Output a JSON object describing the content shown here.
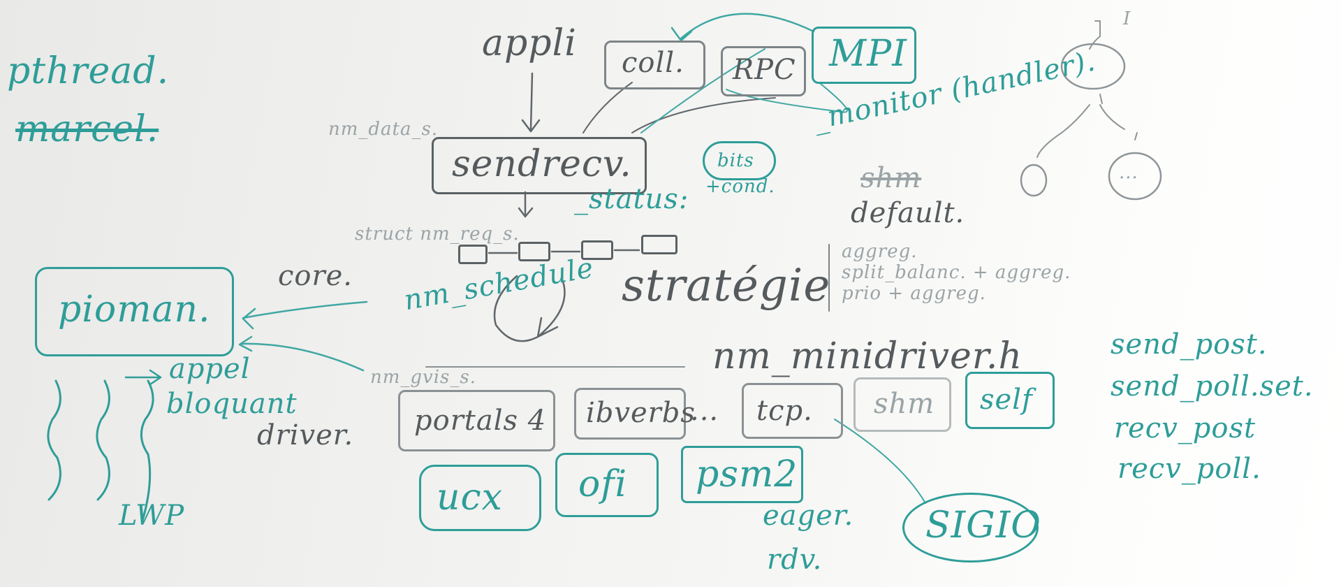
{
  "whiteboard": {
    "top_left": {
      "pthread": "pthread.",
      "marcel": "marcel."
    },
    "stack": {
      "appli": "appli",
      "coll": "coll.",
      "rpc": "RPC",
      "mpi": "MPI",
      "nm_data": "nm_data_s.",
      "sendrecv": "sendrecv.",
      "status": "_status:",
      "bits": "bits",
      "cond": "+cond.",
      "struct_req": "struct nm_req_s.",
      "monitor": "_monitor (handler).",
      "shm": "shm",
      "default": "default.",
      "core": "core.",
      "nm_schedule": "nm_schedule",
      "strategie": "stratégie",
      "aggreg": "aggreg.",
      "split_balance": "split_balanc. + aggreg.",
      "prio_aggreg": "prio + aggreg.",
      "pioman": "pioman.",
      "nm_minidriver": "nm_minidriver.h",
      "nm_gvis": "nm_gvis_s."
    },
    "drivers": {
      "row1": [
        "portals 4",
        "ibverbs",
        "...",
        "tcp.",
        "shm",
        "self"
      ],
      "row2": [
        "ucx",
        "ofi",
        "psm2"
      ],
      "driver_label": "driver.",
      "eager": "eager.",
      "rdv": "rdv.",
      "sigio": "SIGIO"
    },
    "threads": {
      "appel": "appel",
      "bloquant": "bloquant",
      "lwp": "LWP"
    },
    "api": [
      "send_post.",
      "send_poll.set.",
      "recv_post",
      "recv_poll."
    ],
    "corner": {
      "mark": "I",
      "dots": "..."
    }
  }
}
